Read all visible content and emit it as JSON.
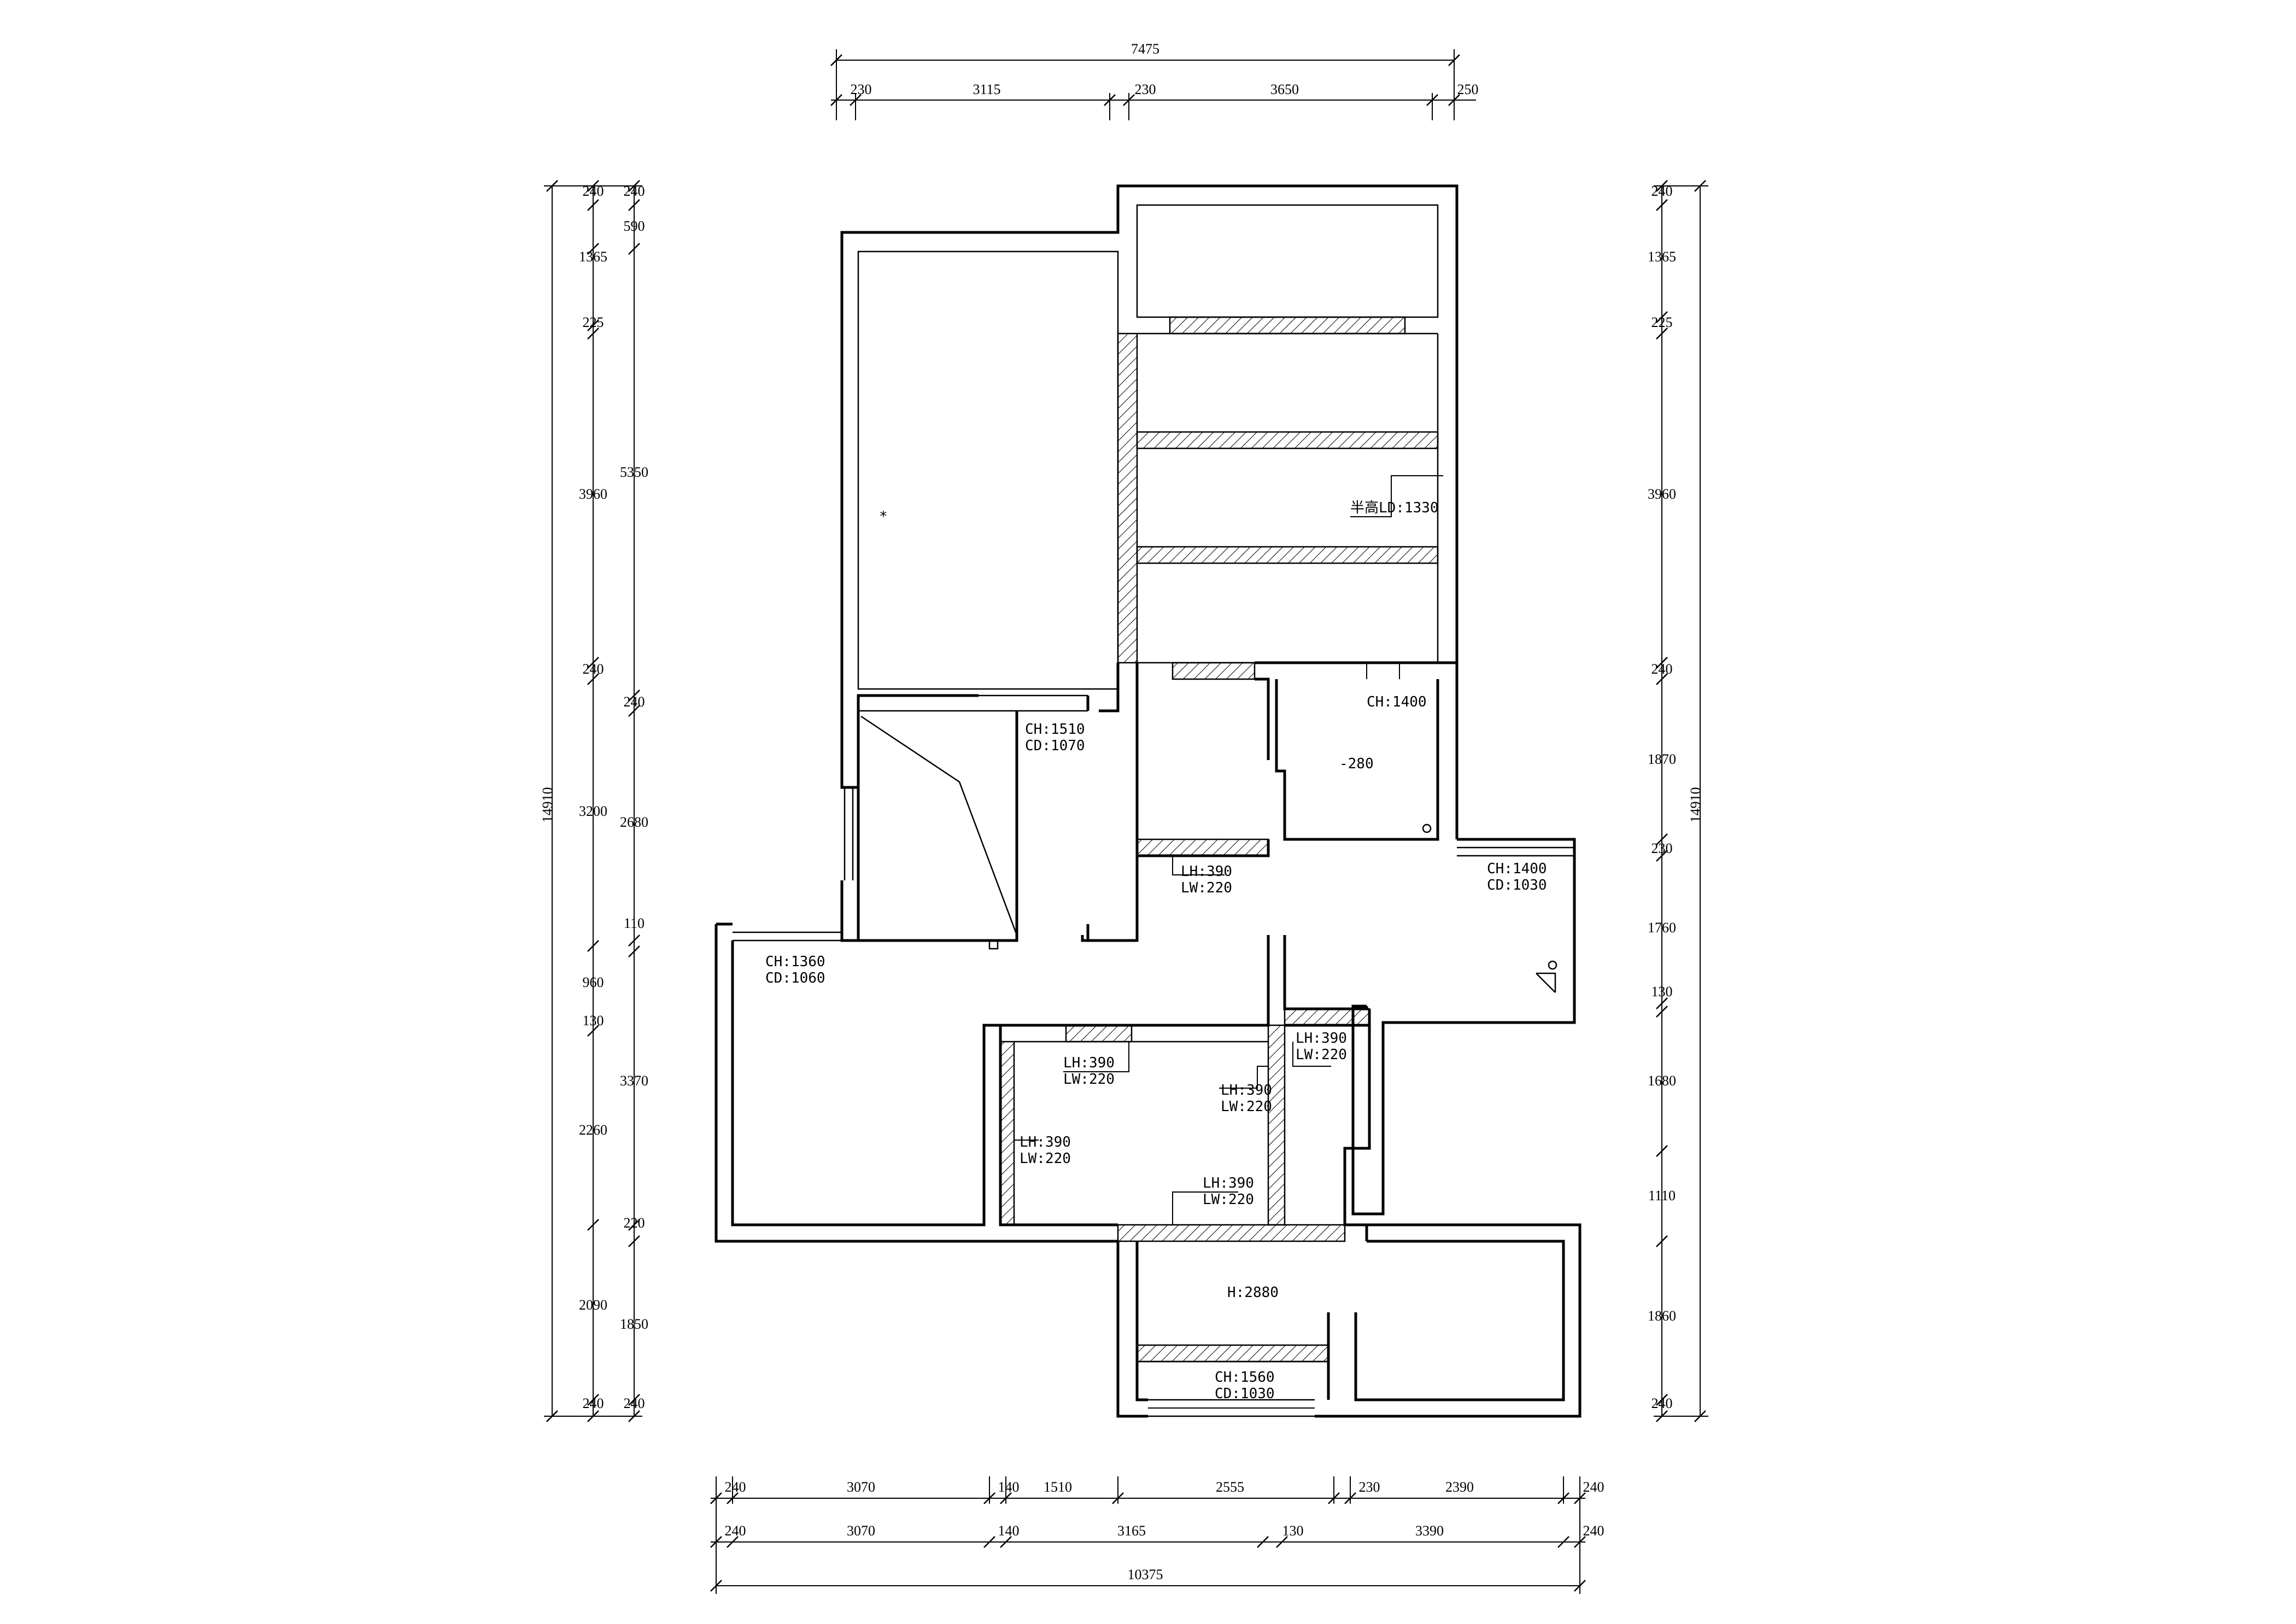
{
  "dims": {
    "top_total": "7475",
    "top_segments": [
      "230",
      "3115",
      "230",
      "3650",
      "250"
    ],
    "bottom_row1": [
      "240",
      "3070",
      "140",
      "1510",
      "2555",
      "230",
      "2390",
      "240"
    ],
    "bottom_row2": [
      "240",
      "3070",
      "140",
      "3165",
      "130",
      "3390",
      "240"
    ],
    "bottom_total": "10375",
    "left_total": "14910",
    "left_col1": [
      "240",
      "1365",
      "225",
      "3960",
      "240",
      "3200",
      "960",
      "130",
      "2260",
      "2090",
      "240"
    ],
    "left_col2": [
      "240",
      "590",
      "5350",
      "240",
      "2680",
      "110",
      "3370",
      "220",
      "1850",
      "240"
    ],
    "right_total": "14910",
    "right_col": [
      "240",
      "1365",
      "225",
      "3960",
      "240",
      "1870",
      "230",
      "1760",
      "130",
      "1680",
      "1110",
      "1860",
      "240"
    ]
  },
  "annotations": {
    "half_height": "半高LD:1330",
    "ch1510": "CH:1510",
    "cd1070": "CD:1070",
    "ch1400a": "CH:1400",
    "minus280": "-280",
    "lh_a": "LH:390",
    "lw_a": "LW:220",
    "ch1400b": "CH:1400",
    "cd1030a": "CD:1030",
    "ch1360": "CH:1360",
    "cd1060": "CD:1060",
    "lh_b": "LH:390",
    "lw_b": "LW:220",
    "lh_c": "LH:390",
    "lw_c": "LW:220",
    "lh_d": "LH:390",
    "lw_d": "LW:220",
    "lh_e": "LH:390",
    "lw_e": "LW:220",
    "lh_f": "LH:390",
    "lw_f": "LW:220",
    "h2880": "H:2880",
    "ch1560": "CH:1560",
    "cd1030b": "CD:1030"
  }
}
